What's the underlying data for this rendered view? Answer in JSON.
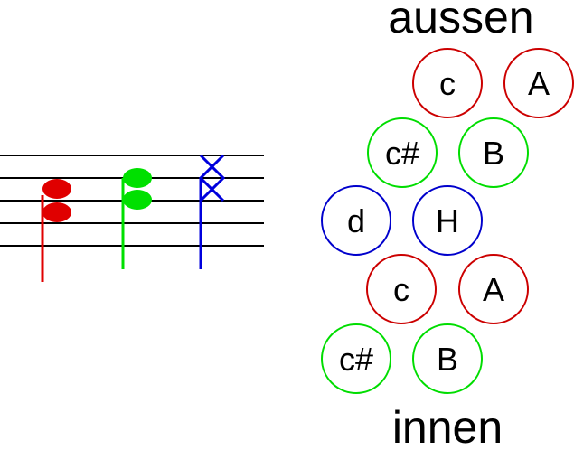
{
  "labels": {
    "top": "aussen",
    "bottom": "innen"
  },
  "colors": {
    "red": "#cc0000",
    "green": "#00dd00",
    "blue": "#0000cc",
    "staff": "#000000"
  },
  "buttons": [
    {
      "label": "c",
      "color": "red"
    },
    {
      "label": "A",
      "color": "red"
    },
    {
      "label": "c#",
      "color": "green"
    },
    {
      "label": "B",
      "color": "green"
    },
    {
      "label": "d",
      "color": "blue"
    },
    {
      "label": "H",
      "color": "blue"
    },
    {
      "label": "c",
      "color": "red"
    },
    {
      "label": "A",
      "color": "red"
    },
    {
      "label": "c#",
      "color": "green"
    },
    {
      "label": "B",
      "color": "green"
    }
  ],
  "notes": [
    {
      "color": "red",
      "head": "filled"
    },
    {
      "color": "green",
      "head": "filled"
    },
    {
      "color": "blue",
      "head": "x"
    }
  ]
}
